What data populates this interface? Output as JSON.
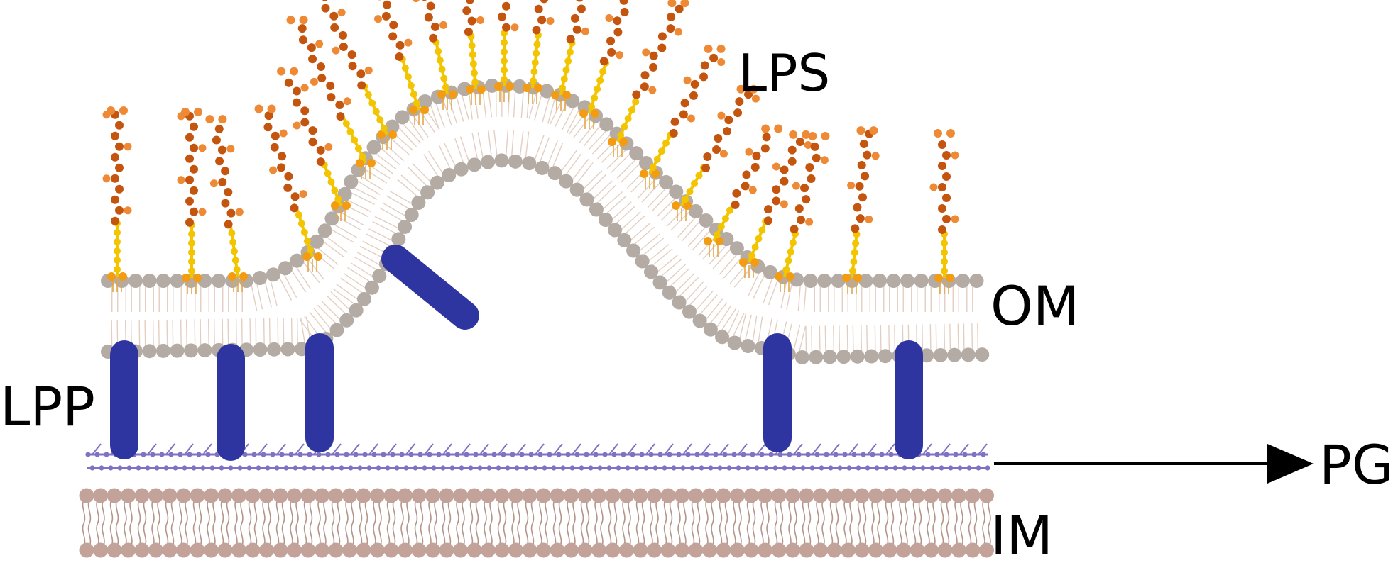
{
  "labels": {
    "lps": "LPS",
    "om": "OM",
    "lpp": "LPP",
    "pg": "PG",
    "im": "IM"
  },
  "colors": {
    "background": "#ffffff",
    "om_head": "#b3aba4",
    "om_tail": "#e3cfc2",
    "lps_stem": "#f3c400",
    "lps_core": "#f39c12",
    "lps_antigen_dark": "#c4550f",
    "lps_antigen_light": "#ee8a35",
    "lipid_a": "#e3a64a",
    "lpp": "#2e35a0",
    "pg": "#7f72c2",
    "im_head": "#c3a399",
    "im_tail": "#b4958a",
    "text": "#000000"
  },
  "icons": {
    "arrow": "right-arrow-icon"
  }
}
